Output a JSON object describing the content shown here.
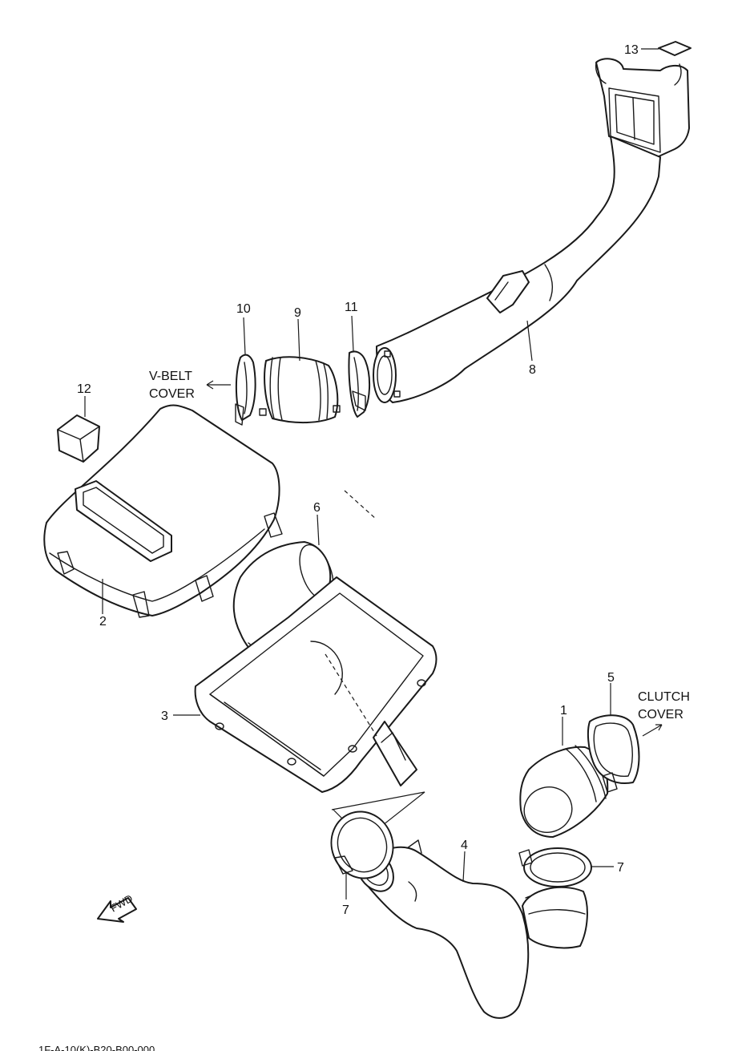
{
  "diagram": {
    "callouts": [
      "1",
      "2",
      "3",
      "4",
      "5",
      "6",
      "7",
      "7",
      "8",
      "9",
      "10",
      "11",
      "12",
      "13"
    ],
    "notes": {
      "v_belt_line1": "V-BELT",
      "v_belt_line2": "COVER",
      "clutch_line1": "CLUTCH",
      "clutch_line2": "COVER",
      "fwd": "FWD"
    },
    "drawing_code": "1F-A-10(K)-B20-B00-000"
  }
}
